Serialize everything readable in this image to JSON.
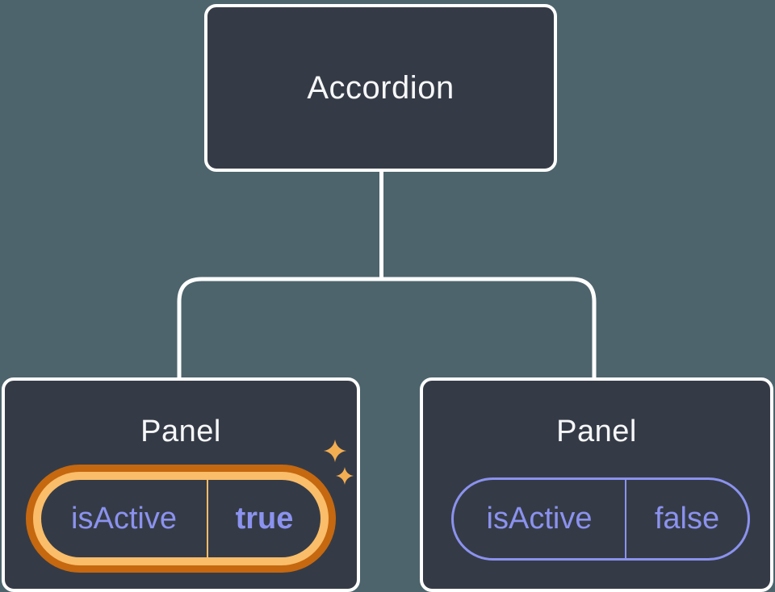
{
  "diagram": {
    "root": {
      "label": "Accordion"
    },
    "panels": [
      {
        "label": "Panel",
        "state_key": "isActive",
        "state_value": "true",
        "highlighted": true
      },
      {
        "label": "Panel",
        "state_key": "isActive",
        "state_value": "false",
        "highlighted": false
      }
    ]
  },
  "icons": {
    "sparkle": "four-point-star"
  },
  "colors": {
    "background": "#4d646c",
    "node_fill": "#353b46",
    "connector": "#ffffff",
    "node_text": "#f6f7f9",
    "state_text": "#8b92ee",
    "highlight_ring_outer": "#c5680f",
    "highlight_ring_inner": "#fabd69",
    "sparkle": "#f3ae52"
  }
}
